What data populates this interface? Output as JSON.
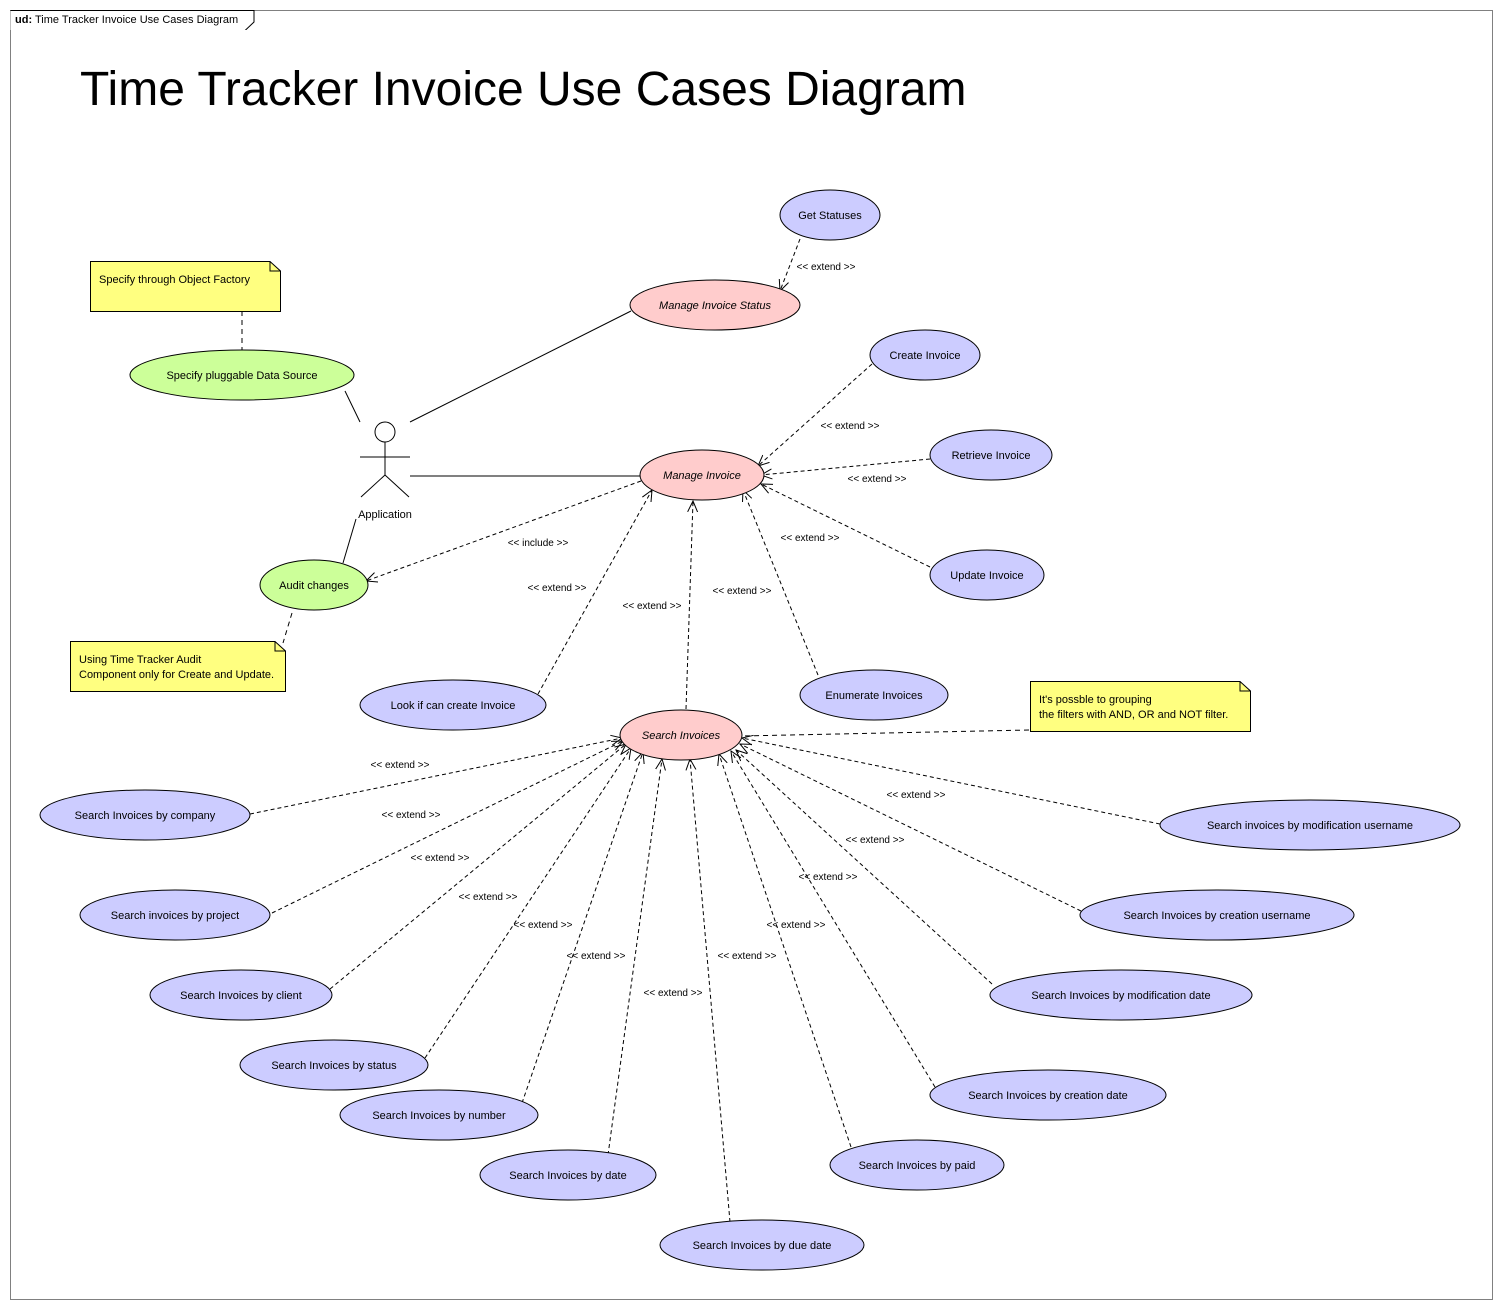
{
  "frame": {
    "kind": "ud",
    "name": "Time Tracker Invoice Use Cases Diagram"
  },
  "title": "Time Tracker Invoice Use Cases Diagram",
  "actor": {
    "name": "Application"
  },
  "colors": {
    "blue": "#ccccff",
    "pink": "#ffcccc",
    "green": "#ccff99",
    "note": "#ffff80",
    "line": "#000000"
  },
  "usecases": [
    {
      "id": "get-statuses",
      "label": "Get Statuses",
      "color": "blue"
    },
    {
      "id": "manage-invoice-status",
      "label": "Manage Invoice Status",
      "color": "pink",
      "italic": true
    },
    {
      "id": "specify-data-source",
      "label": "Specify pluggable Data Source",
      "color": "green"
    },
    {
      "id": "create-invoice",
      "label": "Create Invoice",
      "color": "blue"
    },
    {
      "id": "retrieve-invoice",
      "label": "Retrieve Invoice",
      "color": "blue"
    },
    {
      "id": "manage-invoice",
      "label": "Manage Invoice",
      "color": "pink",
      "italic": true
    },
    {
      "id": "update-invoice",
      "label": "Update Invoice",
      "color": "blue"
    },
    {
      "id": "audit-changes",
      "label": "Audit changes",
      "color": "green"
    },
    {
      "id": "enumerate-invoices",
      "label": "Enumerate Invoices",
      "color": "blue"
    },
    {
      "id": "look-if-create",
      "label": "Look if can create Invoice",
      "color": "blue"
    },
    {
      "id": "search-invoices",
      "label": "Search Invoices",
      "color": "pink",
      "italic": true
    },
    {
      "id": "search-company",
      "label": "Search Invoices by company",
      "color": "blue"
    },
    {
      "id": "search-modification-username",
      "label": "Search invoices by modification username",
      "color": "blue"
    },
    {
      "id": "search-project",
      "label": "Search invoices by project",
      "color": "blue"
    },
    {
      "id": "search-creation-username",
      "label": "Search Invoices by creation username",
      "color": "blue"
    },
    {
      "id": "search-client",
      "label": "Search Invoices by client",
      "color": "blue"
    },
    {
      "id": "search-modification-date",
      "label": "Search Invoices by modification date",
      "color": "blue"
    },
    {
      "id": "search-status",
      "label": "Search Invoices by status",
      "color": "blue"
    },
    {
      "id": "search-creation-date",
      "label": "Search Invoices by creation date",
      "color": "blue"
    },
    {
      "id": "search-number",
      "label": "Search Invoices by number",
      "color": "blue"
    },
    {
      "id": "search-paid",
      "label": "Search Invoices by paid",
      "color": "blue"
    },
    {
      "id": "search-date",
      "label": "Search Invoices by date",
      "color": "blue"
    },
    {
      "id": "search-due-date",
      "label": "Search Invoices by due date",
      "color": "blue"
    }
  ],
  "notes": [
    {
      "id": "note-object-factory",
      "lines": [
        "Specify through Object Factory"
      ]
    },
    {
      "id": "note-audit",
      "lines": [
        "Using Time Tracker Audit",
        "Component only for Create and Update."
      ]
    },
    {
      "id": "note-grouping",
      "lines": [
        "It's possble to grouping",
        "the filters with AND, OR and NOT filter."
      ]
    }
  ],
  "associations": [
    {
      "from": "actor",
      "to": "manage-invoice-status"
    },
    {
      "from": "actor",
      "to": "manage-invoice"
    },
    {
      "from": "actor",
      "to": "specify-data-source"
    },
    {
      "from": "actor",
      "to": "audit-changes"
    }
  ],
  "note_links": [
    {
      "note": "note-object-factory",
      "to": "specify-data-source"
    },
    {
      "note": "note-audit",
      "to": "audit-changes"
    },
    {
      "note": "note-grouping",
      "to": "search-invoices"
    }
  ],
  "relations": [
    {
      "from": "get-statuses",
      "to": "manage-invoice-status",
      "label": "<< extend >>"
    },
    {
      "from": "create-invoice",
      "to": "manage-invoice",
      "label": "<< extend >>"
    },
    {
      "from": "retrieve-invoice",
      "to": "manage-invoice",
      "label": "<< extend >>"
    },
    {
      "from": "update-invoice",
      "to": "manage-invoice",
      "label": "<< extend >>"
    },
    {
      "from": "manage-invoice",
      "to": "audit-changes",
      "label": "<< include >>"
    },
    {
      "from": "look-if-create",
      "to": "manage-invoice",
      "label": "<< extend >>"
    },
    {
      "from": "search-invoices",
      "to": "manage-invoice",
      "label": "<< extend >>"
    },
    {
      "from": "enumerate-invoices",
      "to": "manage-invoice",
      "label": "<< extend >>"
    },
    {
      "from": "search-company",
      "to": "search-invoices",
      "label": "<< extend >>"
    },
    {
      "from": "search-project",
      "to": "search-invoices",
      "label": "<< extend >>"
    },
    {
      "from": "search-client",
      "to": "search-invoices",
      "label": "<< extend >>"
    },
    {
      "from": "search-status",
      "to": "search-invoices",
      "label": "<< extend >>"
    },
    {
      "from": "search-number",
      "to": "search-invoices",
      "label": "<< extend >>"
    },
    {
      "from": "search-date",
      "to": "search-invoices",
      "label": "<< extend >>"
    },
    {
      "from": "search-due-date",
      "to": "search-invoices",
      "label": "<< extend >>"
    },
    {
      "from": "search-paid",
      "to": "search-invoices",
      "label": "<< extend >>"
    },
    {
      "from": "search-creation-date",
      "to": "search-invoices",
      "label": "<< extend >>"
    },
    {
      "from": "search-modification-date",
      "to": "search-invoices",
      "label": "<< extend >>"
    },
    {
      "from": "search-creation-username",
      "to": "search-invoices",
      "label": "<< extend >>"
    },
    {
      "from": "search-modification-username",
      "to": "search-invoices",
      "label": "<< extend >>"
    }
  ]
}
